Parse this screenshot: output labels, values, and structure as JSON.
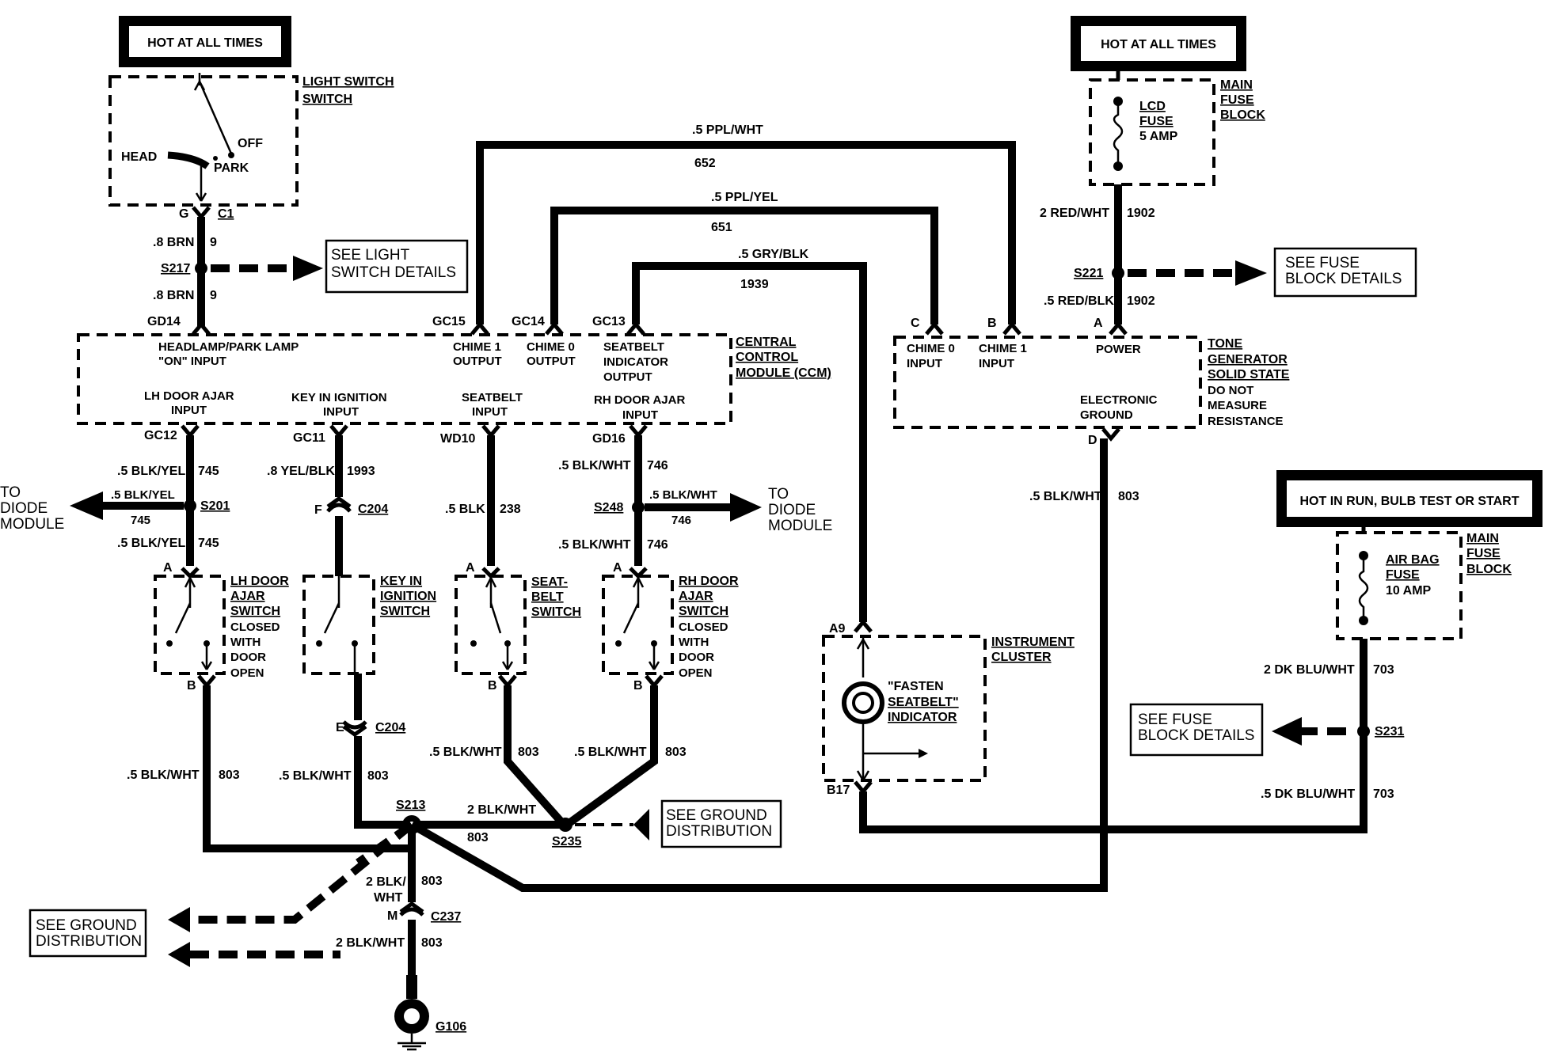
{
  "power_sources": {
    "hot_at_all_times_left": "HOT AT ALL TIMES",
    "hot_at_all_times_right": "HOT AT ALL TIMES",
    "hot_in_run": "HOT IN RUN, BULB TEST OR START"
  },
  "light_switch": {
    "name": "LIGHT SWITCH",
    "head": "HEAD",
    "off": "OFF",
    "park": "PARK",
    "pin_g": "G",
    "conn": "C1"
  },
  "fuse_block_lcd": {
    "name_l1": "MAIN",
    "name_l2": "FUSE",
    "name_l3": "BLOCK",
    "fuse_l1": "LCD",
    "fuse_l2": "FUSE",
    "fuse_l3": "5 AMP"
  },
  "fuse_block_airbag": {
    "name_l1": "MAIN",
    "name_l2": "FUSE",
    "name_l3": "BLOCK",
    "fuse_l1": "AIR BAG",
    "fuse_l2": "FUSE",
    "fuse_l3": "10 AMP"
  },
  "wires": {
    "w9a_color": ".8 BRN",
    "w9a_num": "9",
    "w9b_color": ".8 BRN",
    "w9b_num": "9",
    "s217": "S217",
    "ppl_wht": ".5 PPL/WHT",
    "n652": "652",
    "ppl_yel": ".5 PPL/YEL",
    "n651": "651",
    "gry_blk": ".5 GRY/BLK",
    "n1939": "1939",
    "red_wht": "2 RED/WHT",
    "n1902a": "1902",
    "s221": "S221",
    "red_blk": ".5 RED/BLK",
    "n1902b": "1902",
    "w745a_color": ".5 BLK/YEL",
    "w745a_num": "745",
    "w745b_color": ".5 BLK/YEL",
    "w745b_num": "745",
    "w745c_color": ".5 BLK/YEL",
    "w745c_num": "745",
    "s201": "S201",
    "yel_blk": ".8 YEL/BLK",
    "n1993": "1993",
    "c204_f_pin": "F",
    "c204_f": "C204",
    "blk238": ".5 BLK",
    "n238": "238",
    "w746a_color": ".5 BLK/WHT",
    "w746a_num": "746",
    "s248": "S248",
    "w746b_color": ".5 BLK/WHT",
    "w746b_num": "746",
    "w746c_color": ".5 BLK/WHT",
    "w746c_num": "746",
    "w803_ccm_color": ".5 BLK/WHT",
    "w803_ccm_num": "803",
    "c204_e_pin": "E",
    "c204_e": "C204",
    "w803a_color": ".5 BLK/WHT",
    "w803a_num": "803",
    "w803b_color": ".5 BLK/WHT",
    "w803b_num": "803",
    "w803c_color": ".5 BLK/WHT",
    "w803c_num": "803",
    "w803d_color": ".5 BLK/WHT",
    "w803d_num": "803",
    "s213": "S213",
    "s235": "S235",
    "blkwht2": "2 BLK/WHT",
    "n803e": "803",
    "blkwht_m_l1": "2 BLK/",
    "blkwht_m_l2": "WHT",
    "n803f": "803",
    "c237_pin": "M",
    "c237": "C237",
    "blkwht_g": "2 BLK/WHT",
    "n803g": "803",
    "g106": "G106",
    "dkblu1": "2 DK BLU/WHT",
    "n703a": "703",
    "s231": "S231",
    "dkblu2": ".5 DK BLU/WHT",
    "n703b": "703"
  },
  "ccm": {
    "name_l1": "CENTRAL",
    "name_l2": "CONTROL",
    "name_l3": "MODULE (CCM)",
    "gd14": "GD14",
    "headlamp_l1": "HEADLAMP/PARK LAMP",
    "headlamp_l2": "\"ON\" INPUT",
    "gc15": "GC15",
    "chime1_l1": "CHIME 1",
    "chime1_l2": "OUTPUT",
    "gc14": "GC14",
    "chime0_l1": "CHIME 0",
    "chime0_l2": "OUTPUT",
    "gc13": "GC13",
    "seatbelt_out_l1": "SEATBELT",
    "seatbelt_out_l2": "INDICATOR",
    "seatbelt_out_l3": "OUTPUT",
    "lh_l1": "LH DOOR AJAR",
    "lh_l2": "INPUT",
    "key_l1": "KEY IN IGNITION",
    "key_l2": "INPUT",
    "sb_in_l1": "SEATBELT",
    "sb_in_l2": "INPUT",
    "rh_l1": "RH DOOR AJAR",
    "rh_l2": "INPUT",
    "gc12": "GC12",
    "gc11": "GC11",
    "wd10": "WD10",
    "gd16": "GD16"
  },
  "tone": {
    "name_l1": "TONE",
    "name_l2": "GENERATOR",
    "name_l3": "SOLID STATE",
    "name_l4": "DO NOT",
    "name_l5": "MEASURE",
    "name_l6": "RESISTANCE",
    "pin_c": "C",
    "pin_b": "B",
    "pin_a": "A",
    "pin_d": "D",
    "chime0_l1": "CHIME 0",
    "chime0_l2": "INPUT",
    "chime1_l1": "CHIME 1",
    "chime1_l2": "INPUT",
    "power": "POWER",
    "gnd_l1": "ELECTRONIC",
    "gnd_l2": "GROUND"
  },
  "switches": {
    "lh_l1": "LH DOOR",
    "lh_l2": "AJAR",
    "lh_l3": "SWITCH",
    "lh_l4": "CLOSED",
    "lh_l5": "WITH",
    "lh_l6": "DOOR",
    "lh_l7": "OPEN",
    "key_l1": "KEY IN",
    "key_l2": "IGNITION",
    "key_l3": "SWITCH",
    "sb_l1": "SEAT-",
    "sb_l2": "BELT",
    "sb_l3": "SWITCH",
    "rh_l1": "RH DOOR",
    "rh_l2": "AJAR",
    "rh_l3": "SWITCH",
    "rh_l4": "CLOSED",
    "rh_l5": "WITH",
    "rh_l6": "DOOR",
    "rh_l7": "OPEN",
    "pin_a": "A",
    "pin_b": "B"
  },
  "cluster": {
    "name_l1": "INSTRUMENT",
    "name_l2": "CLUSTER",
    "ind_l1": "\"FASTEN",
    "ind_l2": "SEATBELT\"",
    "ind_l3": "INDICATOR",
    "a9": "A9",
    "b17": "B17"
  },
  "refs": {
    "see_light_l1": "SEE LIGHT",
    "see_light_l2": "SWITCH DETAILS",
    "see_fuse1_l1": "SEE FUSE",
    "see_fuse1_l2": "BLOCK DETAILS",
    "see_fuse2_l1": "SEE FUSE",
    "see_fuse2_l2": "BLOCK DETAILS",
    "see_gnd1_l1": "SEE GROUND",
    "see_gnd1_l2": "DISTRIBUTION",
    "see_gnd2_l1": "SEE GROUND",
    "see_gnd2_l2": "DISTRIBUTION",
    "diode_l_l1": "TO",
    "diode_l_l2": "DIODE",
    "diode_l_l3": "MODULE",
    "diode_r_l1": "TO",
    "diode_r_l2": "DIODE",
    "diode_r_l3": "MODULE"
  }
}
